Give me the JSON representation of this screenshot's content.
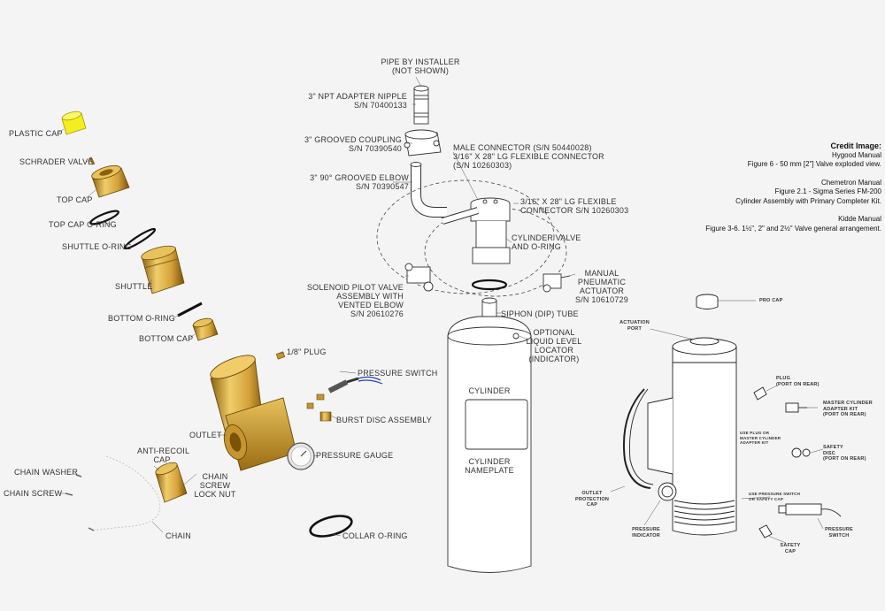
{
  "credits": {
    "title": "Credit Image:",
    "b1": [
      "Hygood Manual",
      "Figure 6 - 50 mm [2\"] Valve exploded view."
    ],
    "b2": [
      "Chemetron Manual",
      "Figure 2.1 - Sigma Series FM-200",
      "Cylinder Assembly with Primary Completer Kit."
    ],
    "b3": [
      "Kidde Manual",
      "Figure 3-6. 1½\", 2\" and 2½\" Valve general arrangement."
    ]
  },
  "left_labels": {
    "plastic_cap": "PLASTIC CAP",
    "schrader_valve": "SCHRADER VALVE",
    "top_cap": "TOP CAP",
    "top_cap_oring": "TOP CAP O-RING",
    "shuttle_oring": "SHUTTLE O-RING",
    "shuttle": "SHUTTLE",
    "bottom_oring": "BOTTOM O-RING",
    "bottom_cap": "BOTTOM CAP",
    "plug_18": "1/8\" PLUG",
    "pressure_switch": "PRESSURE SWITCH",
    "burst_disc": "BURST DISC ASSEMBLY",
    "outlet": "OUTLET",
    "pressure_gauge": "PRESSURE GAUGE",
    "anti_recoil_cap": [
      "ANTI-RECOIL",
      "CAP"
    ],
    "chain_washer": "CHAIN WASHER",
    "chain_screw": "CHAIN SCREW",
    "chain_screw_lock_nut": [
      "CHAIN",
      "SCREW",
      "LOCK NUT"
    ],
    "chain": "CHAIN",
    "collar_oring": "COLLAR O-RING"
  },
  "center_labels": {
    "pipe_by_installer": [
      "PIPE BY INSTALLER",
      "(NOT SHOWN)"
    ],
    "npt_nipple": [
      "3\" NPT ADAPTER NIPPLE",
      "S/N 70400133"
    ],
    "grooved_coupling": [
      "3\" GROOVED COUPLING",
      "S/N 70390540"
    ],
    "grooved_elbow": [
      "3\"    90° GROOVED ELBOW",
      "S/N 70390547"
    ],
    "male_connector": [
      "MALE CONNECTOR (S/N 50440028)",
      "3/16\" X 28\" LG FLEXIBLE CONNECTOR",
      "(S/N 10260303)"
    ],
    "flex_connector": [
      "3/16\" X 28\" LG FLEXIBLE",
      "CONNECTOR S/N 10260303"
    ],
    "cylinder_valve": [
      "CYLINDER VALVE",
      "AND O-RING"
    ],
    "solenoid": [
      "SOLENOID PILOT VALVE",
      "ASSEMBLY WITH",
      "VENTED ELBOW",
      "S/N 20610276"
    ],
    "manual_actuator": [
      "MANUAL",
      "PNEUMATIC",
      "ACTUATOR",
      "S/N 10610729"
    ],
    "siphon_tube": "SIPHON (DIP) TUBE",
    "liquid_level": [
      "OPTIONAL",
      "LIQUID LEVEL",
      "LOCATOR",
      "(INDICATOR)"
    ],
    "cylinder": "CYLINDER",
    "nameplate": [
      "CYLINDER",
      "NAMEPLATE"
    ]
  },
  "right_labels": {
    "pro_cap": "PRO CAP",
    "actuation_port": [
      "ACTUATION",
      "PORT"
    ],
    "plug_rear": [
      "PLUG",
      "(PORT ON REAR)"
    ],
    "master_cylinder": [
      "MASTER CYLINDER",
      "ADAPTER KIT",
      "(PORT ON REAR)"
    ],
    "use_plug_note": [
      "USE PLUG OR",
      "MASTER CYLINDER",
      "ADAPTER KIT"
    ],
    "safety_disc": [
      "SAFETY",
      "DISC",
      "(PORT ON REAR)"
    ],
    "use_pressure_switch_note": [
      "USE PRESSURE SWITCH",
      "OR SAFETY CAP"
    ],
    "outlet_protection_cap": [
      "OUTLET",
      "PROTECTION",
      "CAP"
    ],
    "pressure_indicator": [
      "PRESSURE",
      "INDICATOR"
    ],
    "pressure_switch": [
      "PRESSURE",
      "SWITCH"
    ],
    "safety_cap": [
      "SAFETY",
      "CAP"
    ]
  },
  "colors": {
    "brass": "#d4a23a",
    "brass_dark": "#8a6010",
    "brass_light": "#f0cd6a",
    "plastic_cap": "#f2ee20",
    "line": "#333333",
    "background": "#f4f4f4"
  }
}
